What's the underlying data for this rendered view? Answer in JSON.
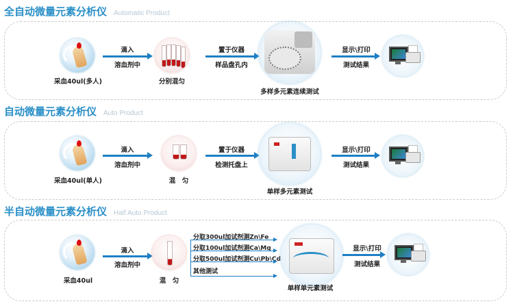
{
  "sections": [
    {
      "title": "全自动微量元素分析仪",
      "subtitle": "Automatic Product",
      "sample_label": "采血40ul(多人)",
      "step1_top": "滴入",
      "step1_bottom": "溶血剂中",
      "tubes_label": "分别混匀",
      "step2_top": "置于仪器",
      "step2_bottom": "样品盘孔内",
      "device_label": "多样多元素连续测试",
      "step3_top": "显示\\打印",
      "step3_bottom": "测试结果"
    },
    {
      "title": "自动微量元素分析仪",
      "subtitle": "Auto Product",
      "sample_label": "采血40ul(单人)",
      "step1_top": "滴入",
      "step1_bottom": "溶血剂中",
      "tubes_label": "混　匀",
      "step2_top": "置于仪器",
      "step2_bottom": "检测托盘上",
      "device_label": "单样多元素测试",
      "step3_top": "显示\\打印",
      "step3_bottom": "测试结果"
    },
    {
      "title": "半自动微量元素分析仪",
      "subtitle": "Half Auto Product",
      "sample_label": "采血40ul",
      "step1_top": "滴入",
      "step1_bottom": "溶血剂中",
      "tubes_label": "混　匀",
      "branches": [
        "分取300ul加试剂测Zn\\Fe",
        "分取100ul加试剂测Ca\\Mg",
        "分取500ul加试剂测Cu\\Pb\\Cd",
        "其他测试"
      ],
      "device_label": "单样单元素测试",
      "step3_top": "显示\\打印",
      "step3_bottom": "测试结果"
    }
  ],
  "colors": {
    "title": "#2a8fc7",
    "arrow": "#1e7fc4",
    "subtitle": "#b7c7d3",
    "border": "#c9c9c9"
  }
}
